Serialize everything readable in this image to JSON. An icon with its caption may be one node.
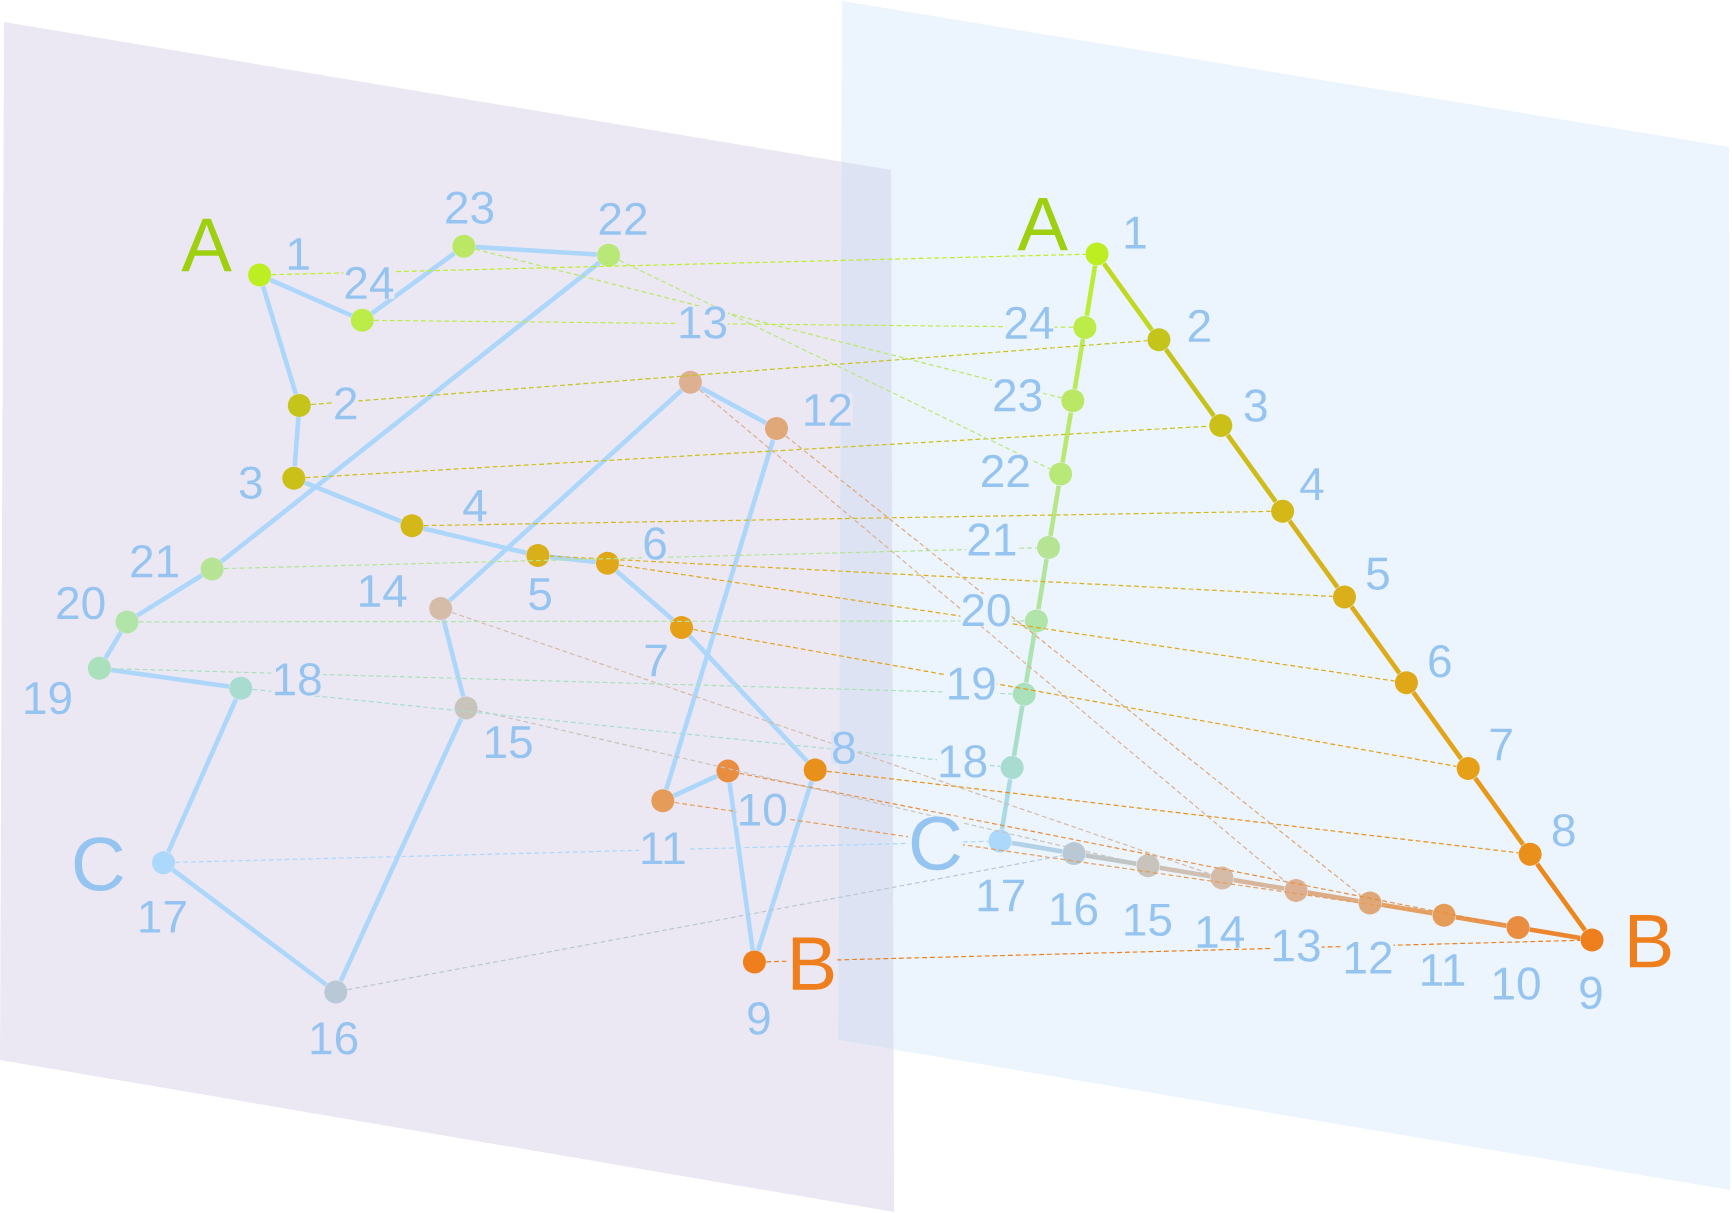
{
  "diagram": {
    "nodes": [
      {
        "text": [],
        "shape": "parallelogram"
      },
      {
        "text": [],
        "shape": "circle",
        "in": 0,
        "beside": [
          "A",
          "1"
        ]
      },
      {
        "text": [],
        "shape": "circle",
        "in": 0,
        "beside": [
          "2"
        ]
      },
      {
        "text": [],
        "shape": "circle",
        "in": 0,
        "beside": [
          "3"
        ]
      },
      {
        "text": [],
        "shape": "circle",
        "in": 0,
        "beside": [
          "4"
        ]
      },
      {
        "text": [],
        "shape": "circle",
        "in": 0,
        "beside": [
          "5"
        ]
      },
      {
        "text": [],
        "shape": "circle",
        "in": 0,
        "beside": [
          "6"
        ]
      },
      {
        "text": [],
        "shape": "circle",
        "in": 0,
        "beside": [
          "7"
        ]
      },
      {
        "text": [],
        "shape": "circle",
        "in": 0,
        "beside": [
          "8"
        ]
      },
      {
        "text": [],
        "shape": "circle",
        "in": 0,
        "beside": [
          "B",
          "9"
        ]
      },
      {
        "text": [],
        "shape": "circle",
        "in": 0,
        "beside": [
          "10"
        ]
      },
      {
        "text": [],
        "shape": "circle",
        "in": 0,
        "beside": [
          "11"
        ]
      },
      {
        "text": [],
        "shape": "circle",
        "in": 0,
        "beside": [
          "12"
        ]
      },
      {
        "text": [],
        "shape": "circle",
        "in": 0,
        "beside": [
          "13"
        ]
      },
      {
        "text": [],
        "shape": "circle",
        "in": 0,
        "beside": [
          "14"
        ]
      },
      {
        "text": [],
        "shape": "circle",
        "in": 0,
        "beside": [
          "15"
        ]
      },
      {
        "text": [],
        "shape": "circle",
        "in": 0,
        "beside": [
          "16"
        ]
      },
      {
        "text": [],
        "shape": "circle",
        "in": 0,
        "beside": [
          "C",
          "17"
        ]
      },
      {
        "text": [],
        "shape": "circle",
        "in": 0,
        "beside": [
          "18"
        ]
      },
      {
        "text": [],
        "shape": "circle",
        "in": 0,
        "beside": [
          "19"
        ]
      },
      {
        "text": [],
        "shape": "circle",
        "in": 0,
        "beside": [
          "20"
        ]
      },
      {
        "text": [],
        "shape": "circle",
        "in": 0,
        "beside": [
          "21"
        ]
      },
      {
        "text": [],
        "shape": "circle",
        "in": 0,
        "beside": [
          "22"
        ]
      },
      {
        "text": [],
        "shape": "circle",
        "in": 0,
        "beside": [
          "23"
        ]
      },
      {
        "text": [],
        "shape": "circle",
        "in": 0,
        "beside": [
          "24"
        ]
      },
      {
        "text": [],
        "shape": "parallelogram"
      },
      {
        "text": [],
        "shape": "circle",
        "in": 25,
        "beside": [
          "A",
          "1"
        ]
      },
      {
        "text": [],
        "shape": "circle",
        "in": 25,
        "beside": [
          "2"
        ]
      },
      {
        "text": [],
        "shape": "circle",
        "in": 25,
        "beside": [
          "3"
        ]
      },
      {
        "text": [],
        "shape": "circle",
        "in": 25,
        "beside": [
          "4"
        ]
      },
      {
        "text": [],
        "shape": "circle",
        "in": 25,
        "beside": [
          "5"
        ]
      },
      {
        "text": [],
        "shape": "circle",
        "in": 25,
        "beside": [
          "6"
        ]
      },
      {
        "text": [],
        "shape": "circle",
        "in": 25,
        "beside": [
          "7"
        ]
      },
      {
        "text": [],
        "shape": "circle",
        "in": 25,
        "beside": [
          "8"
        ]
      },
      {
        "text": [],
        "shape": "circle",
        "in": 25,
        "beside": [
          "B",
          "9"
        ]
      },
      {
        "text": [],
        "shape": "circle",
        "in": 25,
        "beside": [
          "10"
        ]
      },
      {
        "text": [],
        "shape": "circle",
        "in": 25,
        "beside": [
          "11"
        ]
      },
      {
        "text": [],
        "shape": "circle",
        "in": 25,
        "beside": [
          "12"
        ]
      },
      {
        "text": [],
        "shape": "circle",
        "in": 25,
        "beside": [
          "13"
        ]
      },
      {
        "text": [],
        "shape": "circle",
        "in": 25,
        "beside": [
          "14"
        ]
      },
      {
        "text": [],
        "shape": "circle",
        "in": 25,
        "beside": [
          "15"
        ]
      },
      {
        "text": [],
        "shape": "circle",
        "in": 25,
        "beside": [
          "16"
        ]
      },
      {
        "text": [],
        "shape": "circle",
        "in": 25,
        "beside": [
          "C",
          "17"
        ]
      },
      {
        "text": [],
        "shape": "circle",
        "in": 25,
        "beside": [
          "18"
        ]
      },
      {
        "text": [],
        "shape": "circle",
        "in": 25,
        "beside": [
          "19"
        ]
      },
      {
        "text": [],
        "shape": "circle",
        "in": 25,
        "beside": [
          "20"
        ]
      },
      {
        "text": [],
        "shape": "circle",
        "in": 25,
        "beside": [
          "21"
        ]
      },
      {
        "text": [],
        "shape": "circle",
        "in": 25,
        "beside": [
          "22"
        ]
      },
      {
        "text": [],
        "shape": "circle",
        "in": 25,
        "beside": [
          "23"
        ]
      },
      {
        "text": [],
        "shape": "circle",
        "in": 25,
        "beside": [
          "24"
        ]
      }
    ],
    "edges": [
      {
        "from": 1,
        "to": 2,
        "arrow": "none"
      },
      {
        "from": 2,
        "to": 3,
        "arrow": "none"
      },
      {
        "from": 3,
        "to": 4,
        "arrow": "none"
      },
      {
        "from": 4,
        "to": 5,
        "arrow": "none"
      },
      {
        "from": 5,
        "to": 6,
        "arrow": "none"
      },
      {
        "from": 6,
        "to": 7,
        "arrow": "none"
      },
      {
        "from": 7,
        "to": 8,
        "arrow": "none"
      },
      {
        "from": 8,
        "to": 9,
        "arrow": "none"
      },
      {
        "from": 9,
        "to": 10,
        "arrow": "none"
      },
      {
        "from": 10,
        "to": 11,
        "arrow": "none"
      },
      {
        "from": 11,
        "to": 12,
        "arrow": "none"
      },
      {
        "from": 12,
        "to": 13,
        "arrow": "none"
      },
      {
        "from": 13,
        "to": 14,
        "arrow": "none"
      },
      {
        "from": 14,
        "to": 15,
        "arrow": "none"
      },
      {
        "from": 15,
        "to": 16,
        "arrow": "none"
      },
      {
        "from": 16,
        "to": 17,
        "arrow": "none"
      },
      {
        "from": 17,
        "to": 18,
        "arrow": "none"
      },
      {
        "from": 18,
        "to": 19,
        "arrow": "none"
      },
      {
        "from": 19,
        "to": 20,
        "arrow": "none"
      },
      {
        "from": 20,
        "to": 21,
        "arrow": "none"
      },
      {
        "from": 21,
        "to": 22,
        "arrow": "none"
      },
      {
        "from": 22,
        "to": 23,
        "arrow": "none"
      },
      {
        "from": 23,
        "to": 24,
        "arrow": "none"
      },
      {
        "from": 24,
        "to": 1,
        "arrow": "none"
      },
      {
        "from": 26,
        "to": 27,
        "arrow": "none",
        "color": "#c0d91e"
      },
      {
        "from": 27,
        "to": 28,
        "arrow": "none",
        "color": "#c7c219"
      },
      {
        "from": 28,
        "to": 29,
        "arrow": "none",
        "color": "#cfbc18"
      },
      {
        "from": 29,
        "to": 30,
        "arrow": "none",
        "color": "#d6b419"
      },
      {
        "from": 30,
        "to": 31,
        "arrow": "none",
        "color": "#dcac19"
      },
      {
        "from": 31,
        "to": 32,
        "arrow": "none",
        "color": "#e2a418"
      },
      {
        "from": 32,
        "to": 33,
        "arrow": "none",
        "color": "#e79819"
      },
      {
        "from": 33,
        "to": 34,
        "arrow": "none",
        "color": "#ec871b"
      },
      {
        "from": 34,
        "to": 35,
        "arrow": "none",
        "color": "#ec862e"
      },
      {
        "from": 35,
        "to": 36,
        "arrow": "none",
        "color": "#e7954c"
      },
      {
        "from": 36,
        "to": 37,
        "arrow": "none",
        "color": "#e2a268"
      },
      {
        "from": 37,
        "to": 38,
        "arrow": "none",
        "color": "#deac84"
      },
      {
        "from": 38,
        "to": 39,
        "arrow": "none",
        "color": "#d8b69c"
      },
      {
        "from": 39,
        "to": 40,
        "arrow": "none",
        "color": "#cec0b2"
      },
      {
        "from": 40,
        "to": 41,
        "arrow": "none",
        "color": "#c0c6c8"
      },
      {
        "from": 41,
        "to": 42,
        "arrow": "none",
        "color": "#b2d0e8"
      },
      {
        "from": 42,
        "to": 43,
        "arrow": "none",
        "color": "#aadae6"
      },
      {
        "from": 43,
        "to": 44,
        "arrow": "none",
        "color": "#a9dec6"
      },
      {
        "from": 44,
        "to": 45,
        "arrow": "none",
        "color": "#ade2b2"
      },
      {
        "from": 45,
        "to": 46,
        "arrow": "none",
        "color": "#b3e49e"
      },
      {
        "from": 46,
        "to": 47,
        "arrow": "none",
        "color": "#b7e686"
      },
      {
        "from": 47,
        "to": 48,
        "arrow": "none",
        "color": "#b9e86e"
      },
      {
        "from": 48,
        "to": 49,
        "arrow": "none",
        "color": "#bbea56"
      },
      {
        "from": 49,
        "to": 26,
        "arrow": "none",
        "color": "#bced35"
      },
      {
        "from": 1,
        "to": 26,
        "arrow": "none",
        "style": "dashed",
        "color": "#bcee22"
      },
      {
        "from": 2,
        "to": 27,
        "arrow": "none",
        "style": "dashed",
        "color": "#c4c41a"
      },
      {
        "from": 3,
        "to": 28,
        "arrow": "none",
        "style": "dashed",
        "color": "#cbc018"
      },
      {
        "from": 4,
        "to": 29,
        "arrow": "none",
        "style": "dashed",
        "color": "#d4b818"
      },
      {
        "from": 5,
        "to": 30,
        "arrow": "none",
        "style": "dashed",
        "color": "#d9b01a"
      },
      {
        "from": 6,
        "to": 31,
        "arrow": "none",
        "style": "dashed",
        "color": "#e0a818"
      },
      {
        "from": 7,
        "to": 32,
        "arrow": "none",
        "style": "dashed",
        "color": "#e5a018"
      },
      {
        "from": 8,
        "to": 33,
        "arrow": "none",
        "style": "dashed",
        "color": "#e9901a"
      },
      {
        "from": 9,
        "to": 34,
        "arrow": "none",
        "style": "dashed",
        "color": "#ef7f1c"
      },
      {
        "from": 10,
        "to": 35,
        "arrow": "none",
        "style": "dashed",
        "color": "#e98e40"
      },
      {
        "from": 11,
        "to": 36,
        "arrow": "none",
        "style": "dashed",
        "color": "#e59c58"
      },
      {
        "from": 12,
        "to": 37,
        "arrow": "none",
        "style": "dashed",
        "color": "#e0a878"
      },
      {
        "from": 13,
        "to": 38,
        "arrow": "none",
        "style": "dashed",
        "color": "#dcb090"
      },
      {
        "from": 14,
        "to": 39,
        "arrow": "none",
        "style": "dashed",
        "color": "#d4bca8"
      },
      {
        "from": 15,
        "to": 40,
        "arrow": "none",
        "style": "dashed",
        "color": "#c8c4bc"
      },
      {
        "from": 16,
        "to": 41,
        "arrow": "none",
        "style": "dashed",
        "color": "#b8c8d4"
      },
      {
        "from": 17,
        "to": 42,
        "arrow": "none",
        "style": "dashed",
        "color": "#acd8fc"
      },
      {
        "from": 18,
        "to": 43,
        "arrow": "none",
        "style": "dashed",
        "color": "#a8dcd0"
      },
      {
        "from": 19,
        "to": 44,
        "arrow": "none",
        "style": "dashed",
        "color": "#aae0bc"
      },
      {
        "from": 20,
        "to": 45,
        "arrow": "none",
        "style": "dashed",
        "color": "#b0e4a8"
      },
      {
        "from": 21,
        "to": 46,
        "arrow": "none",
        "style": "dashed",
        "color": "#b6e494"
      },
      {
        "from": 22,
        "to": 47,
        "arrow": "none",
        "style": "dashed",
        "color": "#b8e878"
      },
      {
        "from": 23,
        "to": 48,
        "arrow": "none",
        "style": "dashed",
        "color": "#bae864"
      },
      {
        "from": 24,
        "to": 49,
        "arrow": "none",
        "style": "dashed",
        "color": "#bcec48"
      }
    ]
  }
}
